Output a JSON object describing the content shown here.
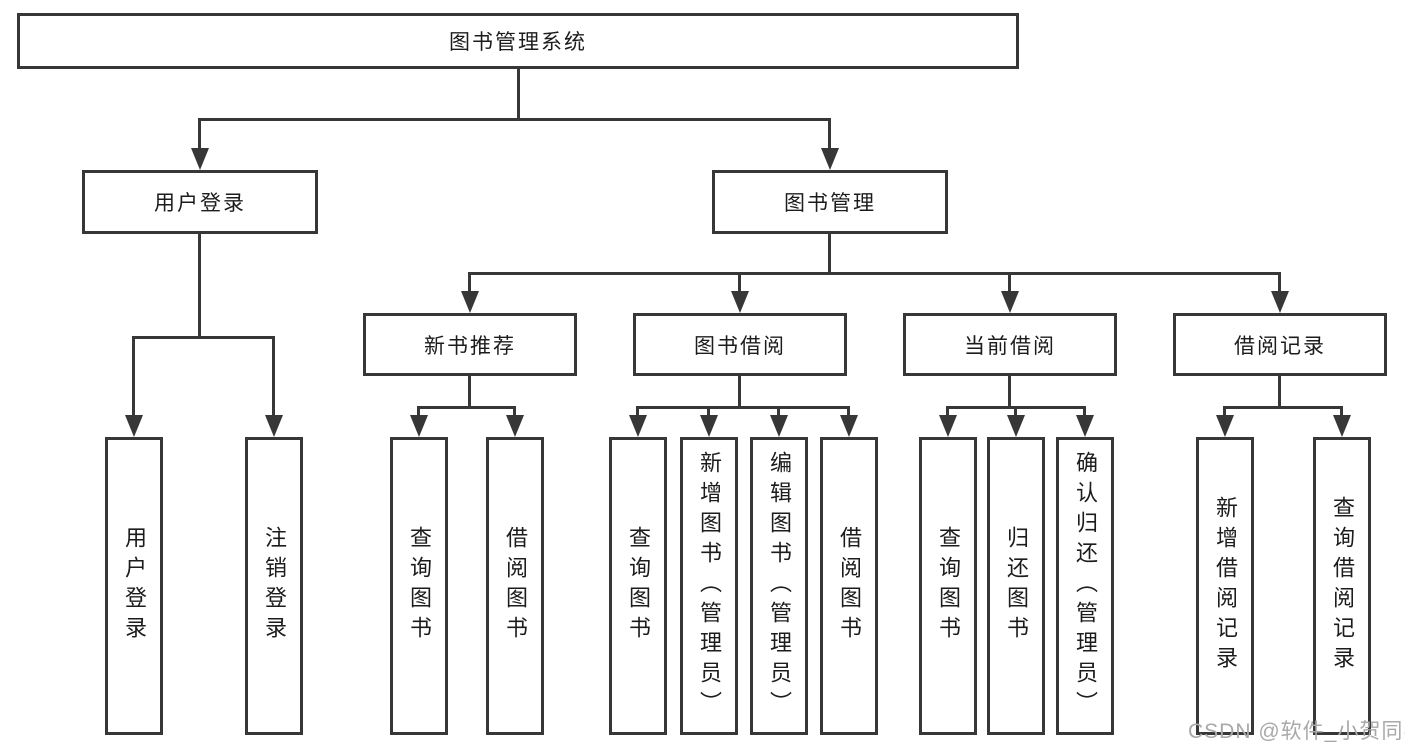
{
  "diagram": {
    "root": {
      "label": "图书管理系统"
    },
    "branches": [
      {
        "label": "用户登录",
        "children": [
          {
            "label": "用户登录"
          },
          {
            "label": "注销登录"
          }
        ]
      },
      {
        "label": "图书管理",
        "children": [
          {
            "label": "新书推荐",
            "children": [
              {
                "label": "查询图书"
              },
              {
                "label": "借阅图书"
              }
            ]
          },
          {
            "label": "图书借阅",
            "children": [
              {
                "label": "查询图书"
              },
              {
                "label": "新增图书（管理员）"
              },
              {
                "label": "编辑图书（管理员）"
              },
              {
                "label": "借阅图书"
              }
            ]
          },
          {
            "label": "当前借阅",
            "children": [
              {
                "label": "查询图书"
              },
              {
                "label": "归还图书"
              },
              {
                "label": "确认归还（管理员）"
              }
            ]
          },
          {
            "label": "借阅记录",
            "children": [
              {
                "label": "新增借阅记录"
              },
              {
                "label": "查询借阅记录"
              }
            ]
          }
        ]
      }
    ]
  },
  "watermark": {
    "text": "CSDN @软件_小贺同学"
  },
  "colors": {
    "line": "#373737",
    "box_border": "#373737",
    "box_background": "#ffffff",
    "text": "#1c1c1c",
    "watermark": "#a9a9a9",
    "page_background": "#ffffff"
  }
}
